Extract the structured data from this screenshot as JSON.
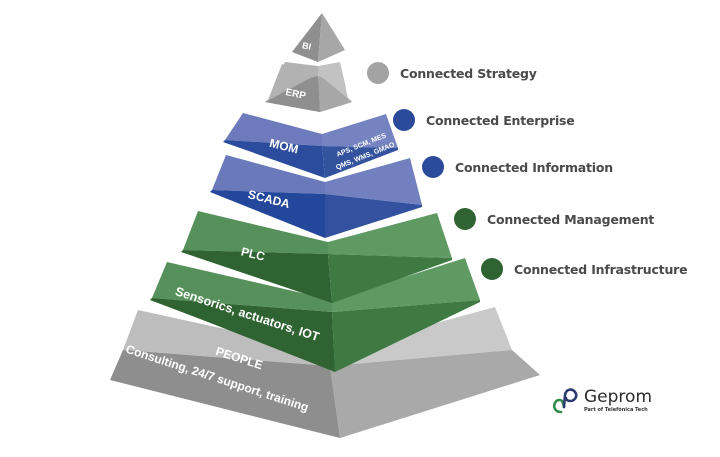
{
  "tiers": [
    {
      "name": "bi",
      "label": "BI",
      "sublabel": "",
      "colors": {
        "left": "#8f8f8f",
        "right": "#a7a7a7",
        "ledge_left": "#b4b4b4",
        "ledge_right": "#c4c4c4"
      }
    },
    {
      "name": "erp",
      "label": "ERP",
      "sublabel": "",
      "colors": {
        "left": "#8f8f8f",
        "right": "#a7a7a7",
        "ledge_left": "#b2b2b2",
        "ledge_right": "#c2c2c2"
      }
    },
    {
      "name": "mom",
      "label": "MOM",
      "sublabel_line1": "APS, SCM, MES",
      "sublabel_line2": "QMS, WMS, GMAO",
      "colors": {
        "left": "#2b4c9d",
        "right": "#34539f",
        "ledge_left": "#6d7bbd",
        "ledge_right": "#7583c0"
      }
    },
    {
      "name": "scada",
      "label": "SCADA",
      "sublabel": "",
      "colors": {
        "left": "#23479b",
        "right": "#33519f",
        "ledge_left": "#6a79ba",
        "ledge_right": "#7280bf"
      }
    },
    {
      "name": "plc",
      "label": "PLC",
      "sublabel": "",
      "colors": {
        "left": "#2f6331",
        "right": "#3f7a43",
        "ledge_left": "#56905a",
        "ledge_right": "#5f9a62"
      }
    },
    {
      "name": "sensorics",
      "label": "Sensorics, actuators, IOT",
      "sublabel": "",
      "colors": {
        "left": "#2f6331",
        "right": "#3f7a43",
        "ledge_left": "#56905a",
        "ledge_right": "#5f9a62"
      }
    },
    {
      "name": "people",
      "label": "PEOPLE",
      "sublabel": "Consulting, 24/7 support, training",
      "colors": {
        "left": "#8e8e8e",
        "right": "#a9a9a9",
        "ledge_left": "#bdbdbd",
        "ledge_right": "#c9c9c9"
      }
    }
  ],
  "legend": [
    {
      "label": "Connected Strategy",
      "color": "#a3a3a3"
    },
    {
      "label": "Connected Enterprise",
      "color": "#2b4a9a"
    },
    {
      "label": "Connected Information",
      "color": "#2b4a9a"
    },
    {
      "label": "Connected Management",
      "color": "#2f6331"
    },
    {
      "label": "Connected Infrastructure",
      "color": "#2f6331"
    }
  ],
  "logo": {
    "name": "Geprom",
    "tagline": "Part of Telefónica Tech",
    "color_green": "#2f8a4a",
    "color_navy": "#2a3a6e"
  }
}
